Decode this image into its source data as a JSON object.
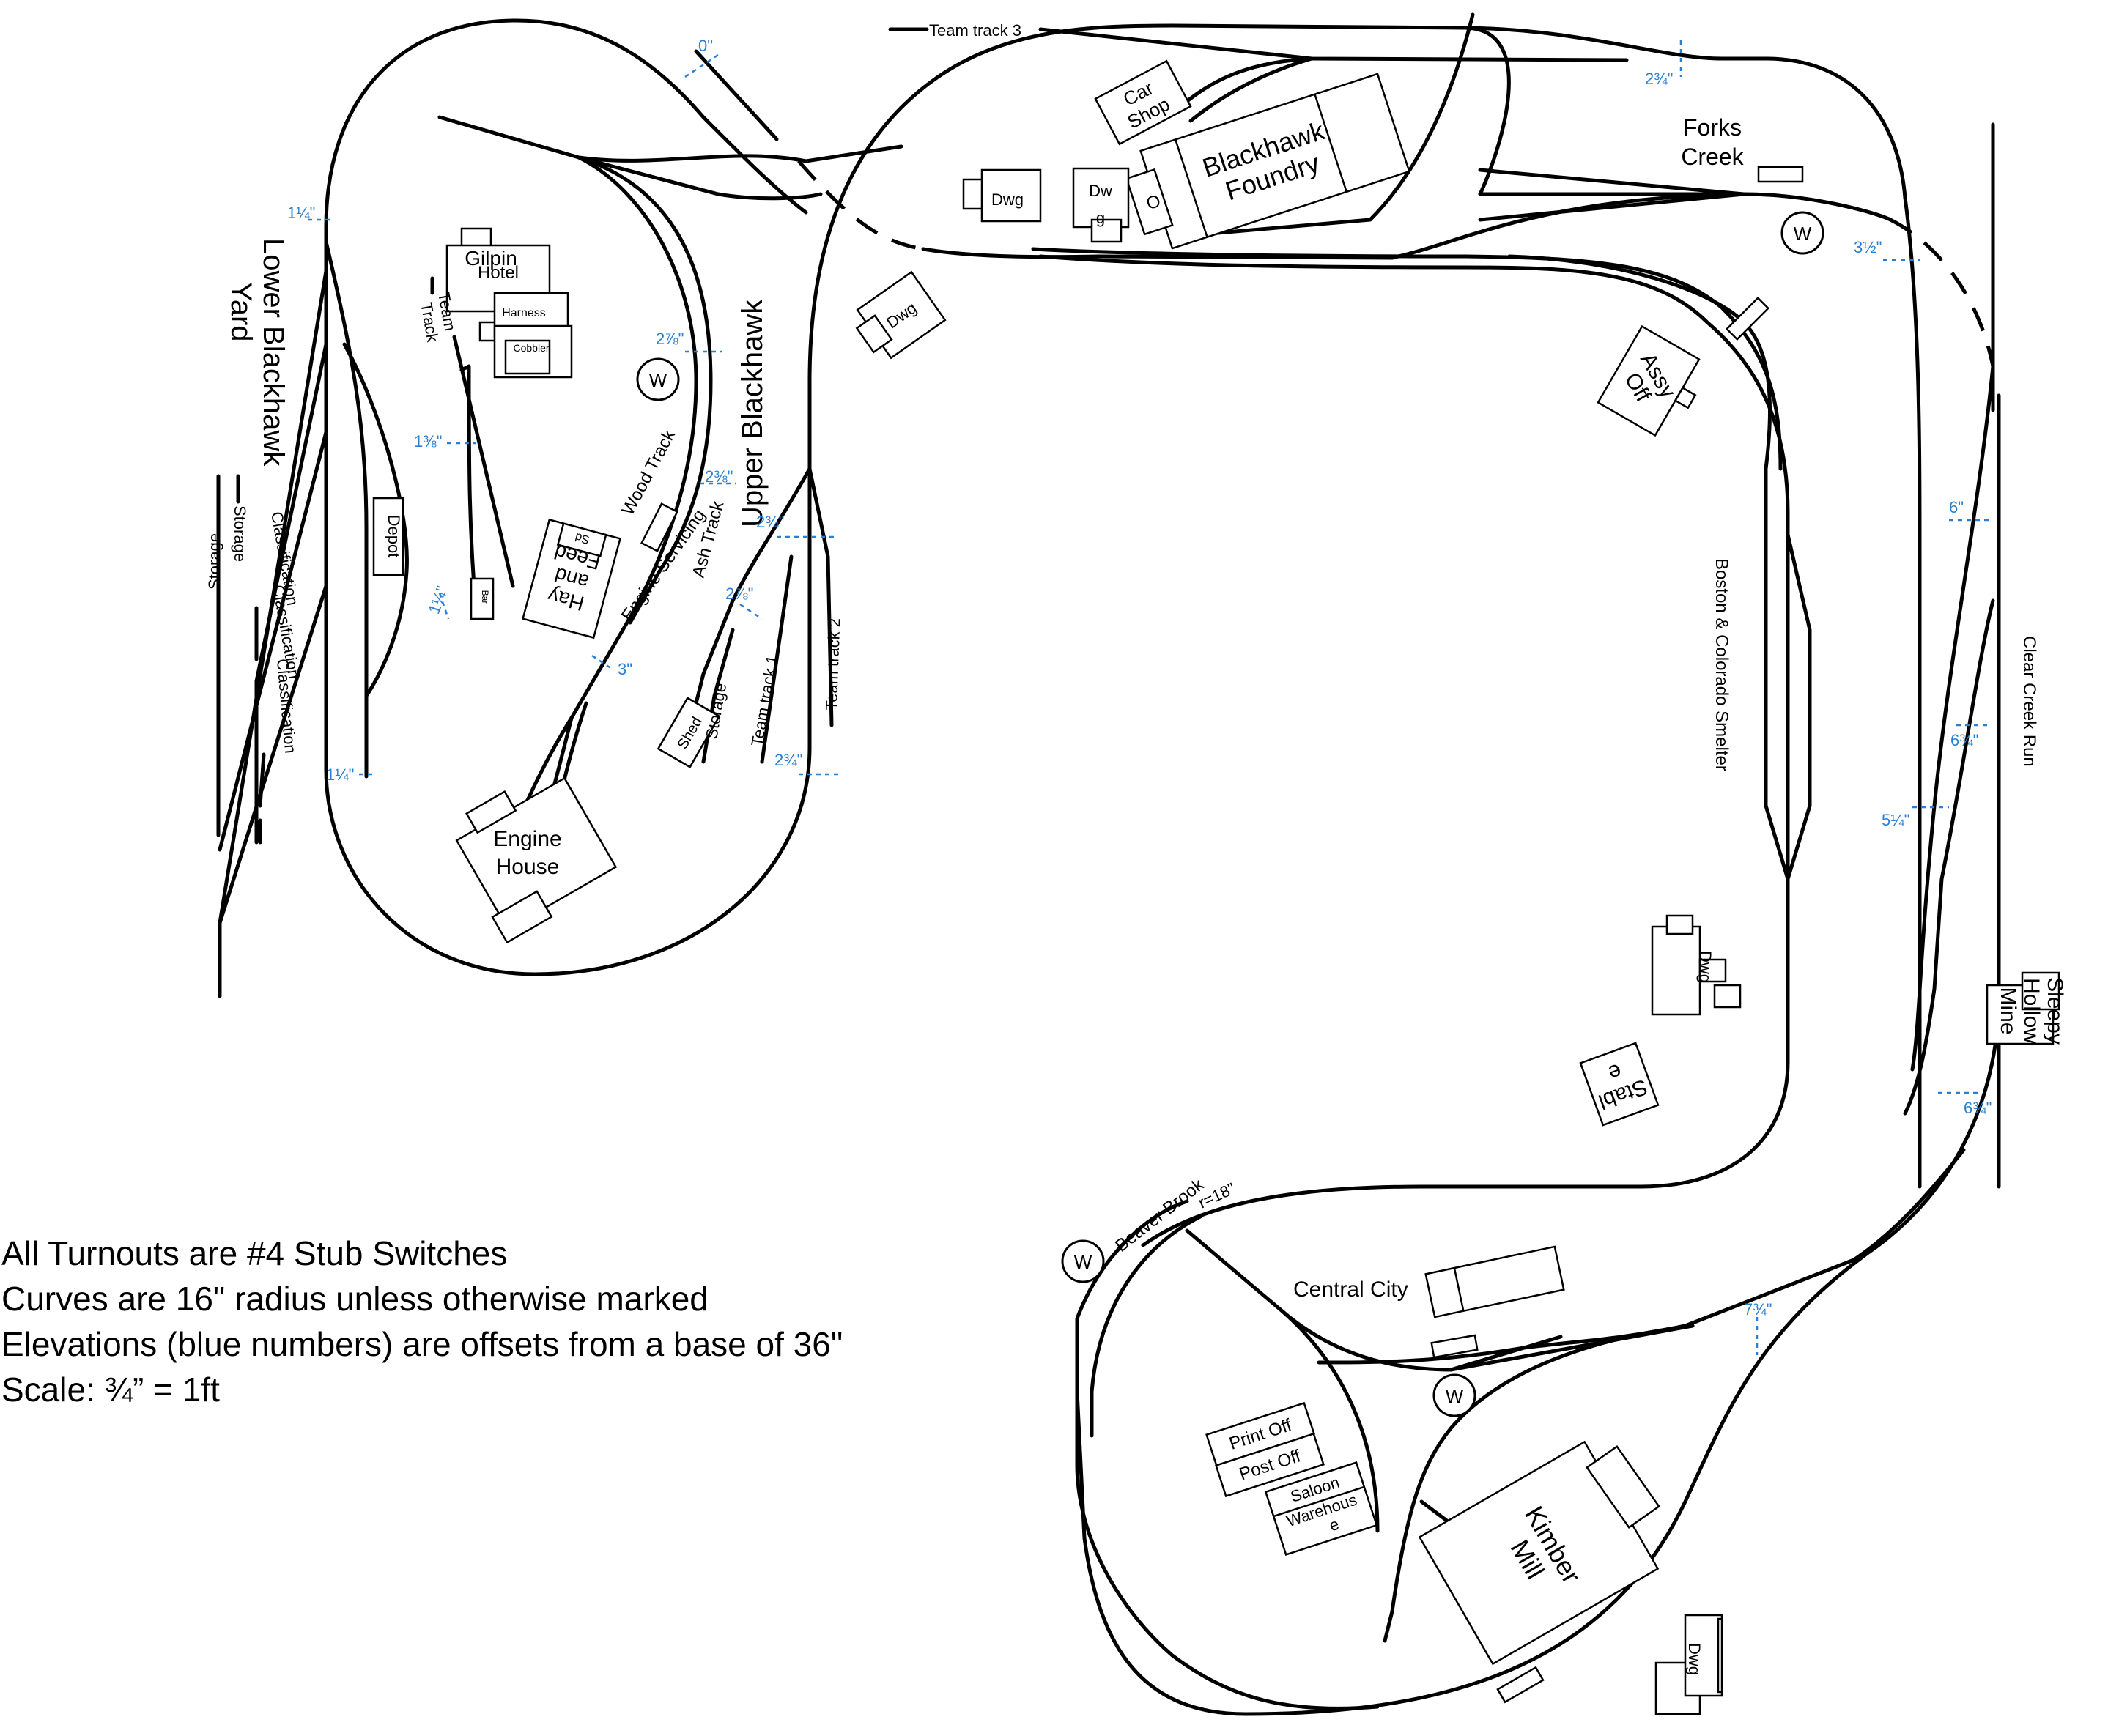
{
  "colors": {
    "track": "#000000",
    "elevation": "#2a7fd0",
    "background": "#ffffff"
  },
  "areas": {
    "lower_blackhawk_yard": "Lower Blackhawk Yard",
    "upper_blackhawk": "Upper Blackhawk",
    "forks_creek": "Forks Creek",
    "central_city": "Central City",
    "beaver_brook": "Beaver Brook",
    "boston_colorado_smelter": "Boston & Colorado Smelter",
    "clear_creek_run": "Clear Creek Run"
  },
  "tracks": {
    "team_track_3": "Team track 3",
    "team_track": "Team Track",
    "wood_track": "Wood Track",
    "engine_servicing": "Engine Servicing",
    "ash_track": "Ash Track",
    "team_track_1": "Team track 1",
    "team_track_2": "Team track 2",
    "storage_a": "Storage",
    "storage_b": "Storage",
    "storage_c": "Storage",
    "classification_a": "Classification",
    "classification_b": "Classification",
    "classification_c": "Classification"
  },
  "buildings": {
    "car_shop": "Car Shop",
    "blackhawk_foundry": "Blackhawk Foundry",
    "foundry_o": "O",
    "dwg": "Dwg",
    "gilpin_hotel": "Gilpin Hotel",
    "harness": "Harness",
    "cobbler": "Cobbler",
    "depot": "Depot",
    "hay_and_feed": "Hay and Feed",
    "sd": "Sd",
    "bar": "Bar",
    "shed": "Shed",
    "engine_house": "Engine House",
    "assy_off": "Assy Off",
    "stable": "Stable",
    "sleepy_hollow_mine": "Sleepy Hollow Mine",
    "print_off": "Print Off",
    "post_off": "Post Off",
    "saloon": "Saloon",
    "warehouse": "Warehouse",
    "kimber_mill": "Kimber Mill",
    "water": "W"
  },
  "elevations": {
    "e1": "0\"",
    "e2": "2¾\"",
    "e3": "1¼\"",
    "e4": "3½\"",
    "e5": "2⅞\"",
    "e6": "1⅜\"",
    "e7": "2⅜\"",
    "e8": "2¾\"",
    "e9": "2⅞\"",
    "e10": "1¼\"",
    "e11": "3\"",
    "e12": "1¼\"",
    "e13": "2¾\"",
    "e14": "6\"",
    "e15": "6¾\"",
    "e16": "5¼\"",
    "e17": "6¾\"",
    "e18": "7¾\"",
    "e19": "r=18\""
  },
  "notes": [
    "All Turnouts are #4 Stub Switches",
    "Curves are 16\" radius unless otherwise marked",
    "Elevations (blue numbers) are offsets from a base of 36\"",
    "Scale: ¾” = 1ft"
  ]
}
